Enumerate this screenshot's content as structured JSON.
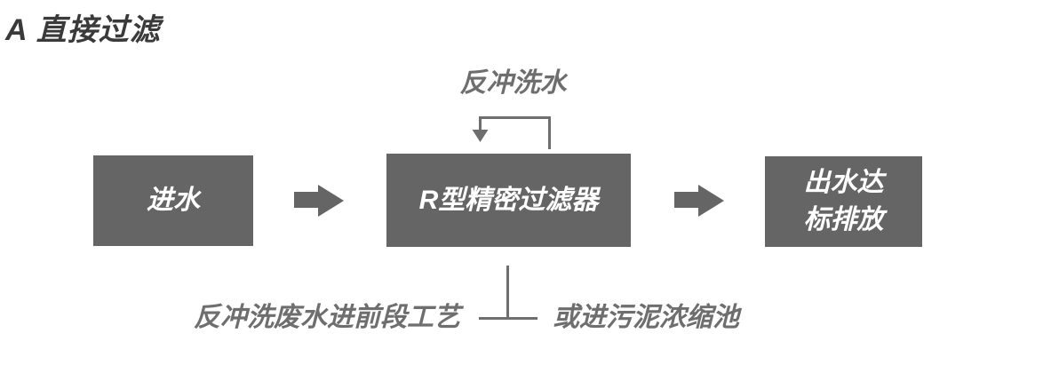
{
  "title": "A 直接过滤",
  "colors": {
    "background": "#ffffff",
    "title_text": "#3a3a3a",
    "box_fill": "#656565",
    "box_text": "#ffffff",
    "line": "#6e6e6e",
    "label_text": "#6e6e6e"
  },
  "nodes": [
    {
      "id": "influent",
      "label": "进水"
    },
    {
      "id": "filter",
      "label": "R型精密过滤器"
    },
    {
      "id": "effluent",
      "lines": [
        "出水达",
        "标排放"
      ]
    }
  ],
  "labels": {
    "backwash_water": "反冲洗水",
    "backwash_to_front": "反冲洗废水进前段工艺",
    "or_to_sludge": "或进污泥浓缩池"
  }
}
